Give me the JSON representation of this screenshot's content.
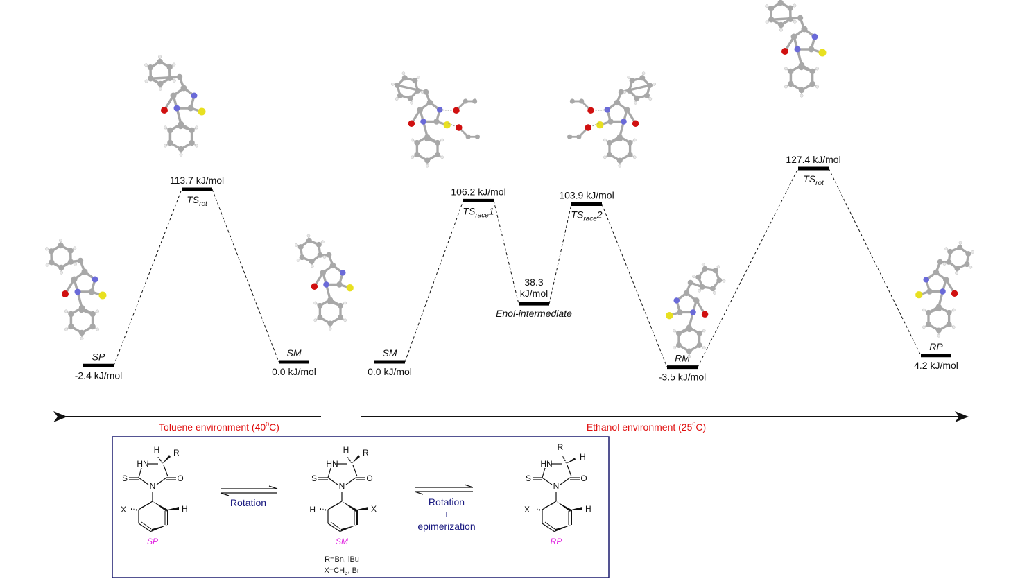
{
  "chart_data": {
    "type": "energy-profile",
    "title": "",
    "unit": "kJ/mol",
    "panels": [
      {
        "name": "toluene",
        "environment": "Toluene environment (40",
        "environment_sup": "0",
        "environment_suffix": "C)",
        "direction": "left",
        "states": [
          {
            "id": "SP",
            "label": "SP",
            "energy": -2.4,
            "energy_text": "-2.4 kJ/mol"
          },
          {
            "id": "TSrot_t",
            "label": "TS",
            "sub": "rot",
            "suffix": "",
            "energy": 113.7,
            "energy_text": "113.7 kJ/mol"
          },
          {
            "id": "SM_t",
            "label": "SM",
            "energy": 0.0,
            "energy_text": "0.0 kJ/mol"
          }
        ]
      },
      {
        "name": "ethanol",
        "environment": "Ethanol environment (25",
        "environment_sup": "0",
        "environment_suffix": "C)",
        "direction": "right",
        "states": [
          {
            "id": "SM_e",
            "label": "SM",
            "energy": 0.0,
            "energy_text": "0.0 kJ/mol"
          },
          {
            "id": "TSrace1",
            "label": "TS",
            "sub": "race",
            "suffix": "1",
            "energy": 106.2,
            "energy_text": "106.2 kJ/mol"
          },
          {
            "id": "Enol",
            "label": "Enol-intermediate",
            "energy": 38.3,
            "energy_text_lines": [
              "38.3",
              "kJ/mol"
            ]
          },
          {
            "id": "TSrace2",
            "label": "TS",
            "sub": "race",
            "suffix": "2",
            "energy": 103.9,
            "energy_text": "103.9 kJ/mol"
          },
          {
            "id": "RM",
            "label": "RM",
            "energy": -3.5,
            "energy_text": "-3.5 kJ/mol"
          },
          {
            "id": "TSrot_e",
            "label": "TS",
            "sub": "rot",
            "suffix": "",
            "energy": 127.4,
            "energy_text": "127.4 kJ/mol"
          },
          {
            "id": "RP",
            "label": "RP",
            "energy": 4.2,
            "energy_text": "4.2 kJ/mol"
          }
        ]
      }
    ]
  },
  "scheme": {
    "arrow1_label": "Rotation",
    "arrow2_label_lines": [
      "Rotation",
      "+",
      "epimerization"
    ],
    "compounds": [
      {
        "name": "SP",
        "left_sub": "X",
        "right_sub": "H"
      },
      {
        "name": "SM",
        "left_sub": "H",
        "right_sub": "X"
      },
      {
        "name": "RP",
        "left_sub": "X",
        "right_sub": "H"
      }
    ],
    "atoms": {
      "hn": "HN",
      "h": "H",
      "r": "R",
      "s": "S",
      "n": "N",
      "o": "O"
    },
    "notes": [
      "R=Bn, iBu",
      "X=CH",
      "3",
      ", Br"
    ]
  },
  "colors": {
    "env_text": "#e01010",
    "scheme_border": "#1a1a6e",
    "arrow_text": "#1a1a80",
    "compound_name": "#e020e0",
    "carbon": "#a8a8a8",
    "hydrogen": "#e8e8e8",
    "nitrogen": "#6a6ad8",
    "oxygen": "#d01010",
    "sulfur": "#e8e020"
  }
}
